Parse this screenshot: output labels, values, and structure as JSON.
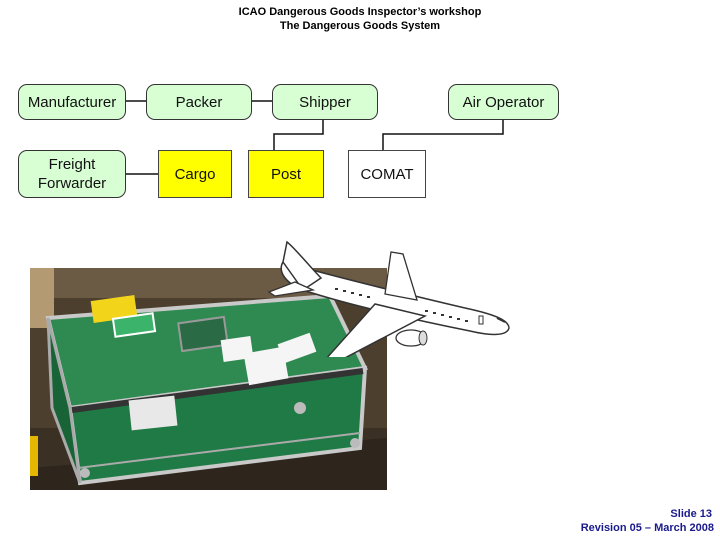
{
  "header": {
    "title_line1": "ICAO Dangerous Goods Inspector’s workshop",
    "title_line2": "The Dangerous Goods System"
  },
  "diagram": {
    "top_row": {
      "manufacturer": "Manufacturer",
      "packer": "Packer",
      "shipper": "Shipper",
      "air_operator": "Air Operator"
    },
    "bottom_row": {
      "freight_forwarder_line1": "Freight",
      "freight_forwarder_line2": "Forwarder",
      "cargo": "Cargo",
      "post": "Post",
      "comat": "COMAT"
    },
    "colors": {
      "entity_fill": "#d8ffd4",
      "highlight_fill": "#ffff00",
      "neutral_fill": "#ffffff"
    }
  },
  "images": {
    "photo": "dangerous-goods-container-photo",
    "aircraft": "aircraft-illustration"
  },
  "footer": {
    "slide": "Slide 13",
    "revision": "Revision 05 – March 2008"
  }
}
